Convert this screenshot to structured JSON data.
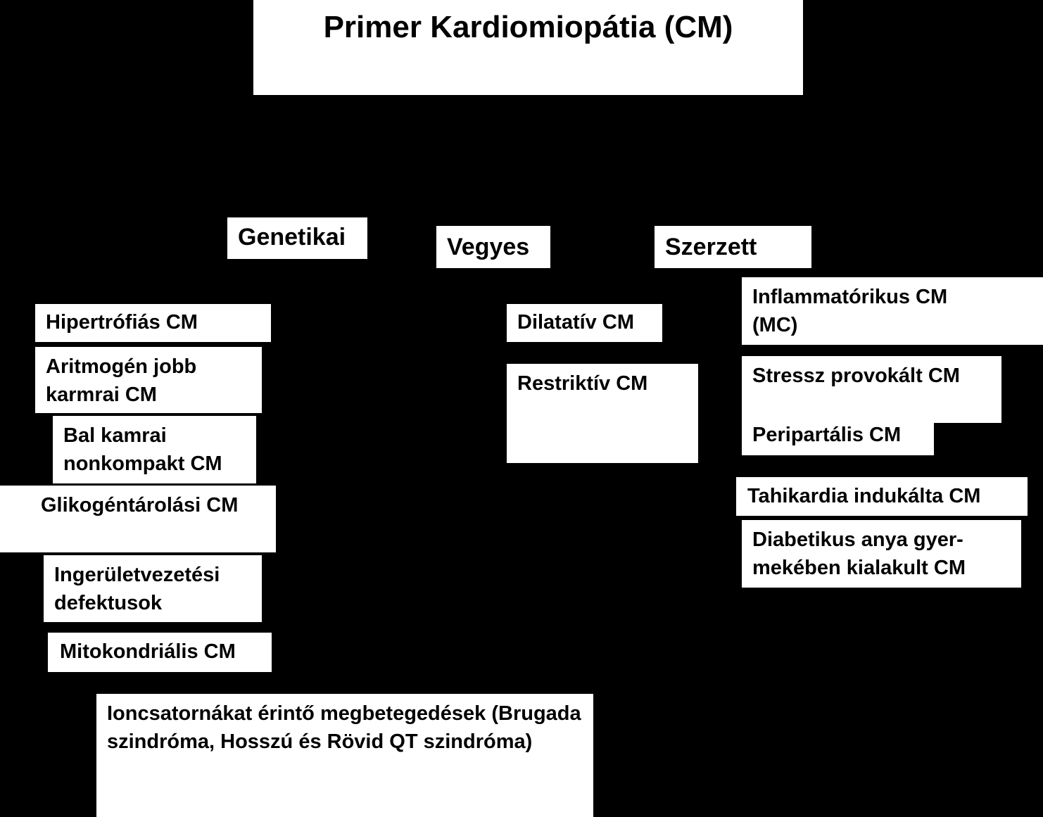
{
  "title": "Primer Kardiomiopátia (CM)",
  "categories": {
    "genetic": "Genetikai",
    "mixed": "Vegyes",
    "acquired": "Szerzett"
  },
  "genetic_items": [
    "Hipertrófiás CM",
    "Aritmogén jobb karmrai CM",
    "Bal kamrai nonkompakt CM",
    "Glikogéntárolási CM",
    "Ingerületvezetési defektusok",
    "Mitokondriális CM",
    "Ioncsatornákat érintő megbetegedések (Brugada szindróma, Hosszú és Rövid QT szindróma)"
  ],
  "mixed_items": [
    "Dilatatív CM",
    "Restriktív CM"
  ],
  "acquired_items": [
    "Inflammatórikus CM (MC)",
    "Stressz provokált CM",
    "Peripartális CM",
    "Tahikardia indukálta CM",
    "Diabetikus anya gyer-mekében kialakult CM"
  ]
}
